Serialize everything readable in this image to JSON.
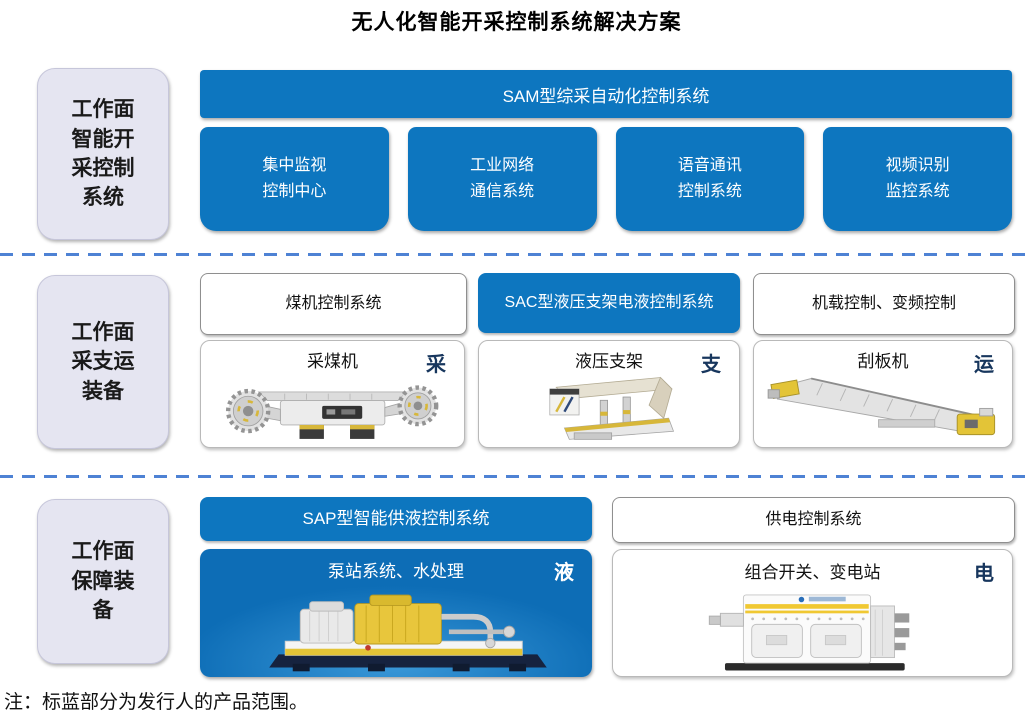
{
  "title": "无人化智能开采控制系统解决方案",
  "note": "注：标蓝部分为发行人的产品范围。",
  "colors": {
    "primary_blue": "#0d76bf",
    "navy_accent": "#17365d",
    "dashed_line": "#4e82d4",
    "label_bg": "#e5e5f1"
  },
  "row1": {
    "label_lines": [
      "工作面",
      "智能开",
      "采控制",
      "系统"
    ],
    "header": "SAM型综采自动化控制系统",
    "sub_boxes": [
      {
        "line1": "集中监视",
        "line2": "控制中心"
      },
      {
        "line1": "工业网络",
        "line2": "通信系统"
      },
      {
        "line1": "语音通讯",
        "line2": "控制系统"
      },
      {
        "line1": "视频识别",
        "line2": "监控系统"
      }
    ]
  },
  "row2": {
    "label_lines": [
      "工作面",
      "采支运",
      "装备"
    ],
    "columns": [
      {
        "header": "煤机控制系统",
        "equipment": "采煤机",
        "tag": "采"
      },
      {
        "header": "SAC型液压支架电液控制系统",
        "equipment": "液压支架",
        "tag": "支"
      },
      {
        "header": "机载控制、变频控制",
        "equipment": "刮板机",
        "tag": "运"
      }
    ]
  },
  "row3": {
    "label_lines": [
      "工作面",
      "保障装",
      "备"
    ],
    "columns": [
      {
        "header": "SAP型智能供液控制系统",
        "equipment": "泵站系统、水处理",
        "tag": "液"
      },
      {
        "header": "供电控制系统",
        "equipment": "组合开关、变电站",
        "tag": "电"
      }
    ]
  }
}
